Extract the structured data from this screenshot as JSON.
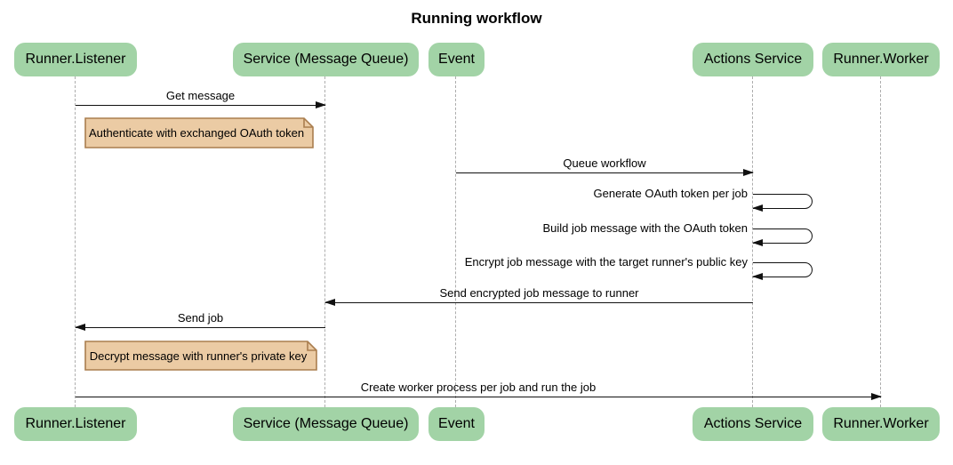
{
  "title": "Running workflow",
  "actors": [
    {
      "label": "Runner.Listener"
    },
    {
      "label": "Service (Message Queue)"
    },
    {
      "label": "Event"
    },
    {
      "label": "Actions Service"
    },
    {
      "label": "Runner.Worker"
    }
  ],
  "messages": [
    {
      "kind": "arrow",
      "direction": "right",
      "from": "Runner.Listener",
      "to": "Service (Message Queue)",
      "label": "Get message"
    },
    {
      "kind": "arrow",
      "direction": "right",
      "from": "Event",
      "to": "Actions Service",
      "label": "Queue workflow"
    },
    {
      "kind": "self",
      "actor": "Actions Service",
      "label": "Generate OAuth token per job"
    },
    {
      "kind": "self",
      "actor": "Actions Service",
      "label": "Build job message with the OAuth token"
    },
    {
      "kind": "self",
      "actor": "Actions Service",
      "label": "Encrypt job message with the target runner's public key"
    },
    {
      "kind": "arrow",
      "direction": "left",
      "from": "Actions Service",
      "to": "Service (Message Queue)",
      "label": "Send encrypted job message to runner"
    },
    {
      "kind": "arrow",
      "direction": "left",
      "from": "Service (Message Queue)",
      "to": "Runner.Listener",
      "label": "Send job"
    },
    {
      "kind": "arrow",
      "direction": "right",
      "from": "Runner.Listener",
      "to": "Runner.Worker",
      "label": "Create worker process per job and run the job"
    }
  ],
  "notes": [
    {
      "over": "Runner.Listener",
      "label": "Authenticate with exchanged OAuth token"
    },
    {
      "over": "Runner.Listener",
      "label": "Decrypt message with runner's private key"
    }
  ],
  "colors": {
    "background": "#FFFFFF",
    "actor_fill": "#A2D3A6",
    "note_fill": "#EBCBA4",
    "note_border": "#AA7E4F",
    "lifeline": "#ADADAD",
    "arrow": "#111111",
    "text": "#000000"
  }
}
